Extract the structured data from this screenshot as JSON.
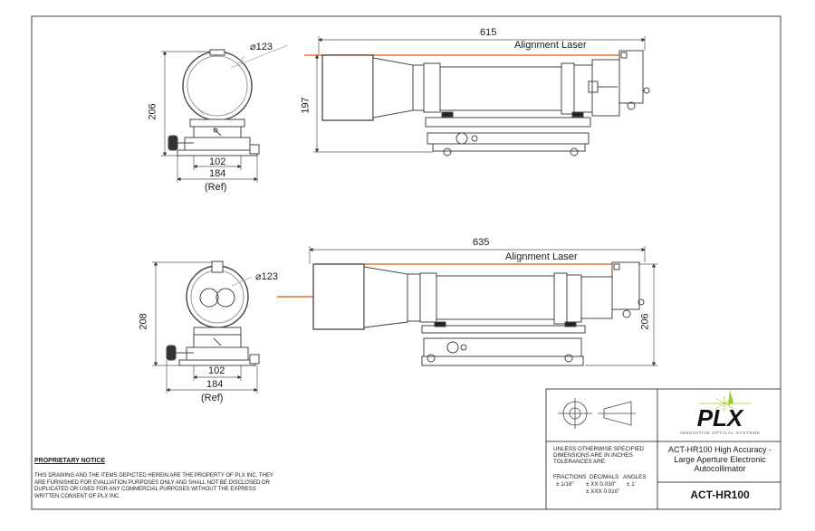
{
  "views": {
    "top_front": {
      "height": "206",
      "diameter": "⌀123",
      "base_width": "102",
      "overall_width": "184",
      "ref": "(Ref)"
    },
    "top_side": {
      "length": "615",
      "height": "197",
      "laser_label": "Alignment Laser"
    },
    "bottom_front": {
      "height": "208",
      "diameter": "⌀123",
      "base_width": "102",
      "overall_width": "184",
      "ref": "(Ref)"
    },
    "bottom_side": {
      "length": "635",
      "height": "206",
      "laser_label": "Alignment Laser"
    }
  },
  "notice": {
    "title": "PROPRIETARY NOTICE",
    "body": "THIS DRAWING AND THE ITEMS DEPICTED HEREIN ARE THE PROPERTY OF PLX INC. THEY ARE FURNISHED FOR EVALUATION PURPOSES ONLY AND SHALL NOT BE DISCLOSED OR DUPLICATED OR USED FOR ANY COMMERCIAL PURPOSES WITHOUT THE EXPRESS WRITTEN CONSENT OF PLX INC."
  },
  "title_block": {
    "tolerance_header": [
      "UNLESS OTHERWISE SPECIFIED",
      "DIMENSIONS ARE IN INCHES",
      "TOLERANCES ARE:"
    ],
    "fractions_label": "FRACTIONS",
    "fractions_value": "± 1/16\"",
    "decimals_label": "DECIMALS",
    "decimals_xx": "± XX  0.030\"",
    "decimals_xxx": "± XXX 0.010\"",
    "angles_label": "ANGLES",
    "angles_value": "± 1'",
    "company_logo": "PLX",
    "company_tagline": "INNOVATIVE OPTICAL SYSTEMS",
    "title": "ACT-HR100 High Accuracy - Large Aperture Electronic Autocollimator",
    "part_number": "ACT-HR100"
  },
  "colors": {
    "laser": "#e8712a",
    "line": "#333333",
    "logo_green": "#9ccc2a"
  }
}
